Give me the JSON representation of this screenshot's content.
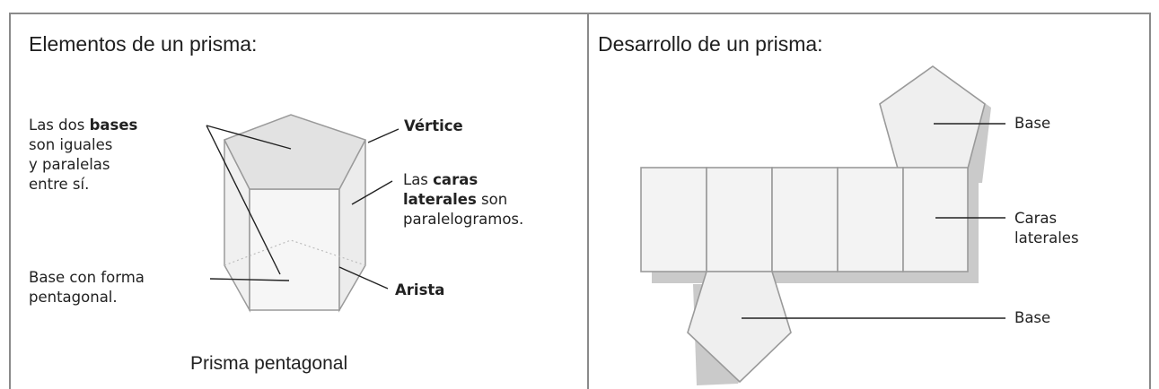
{
  "left_panel": {
    "title": "Elementos de un prisma:",
    "labels": {
      "bases_pre": "Las dos ",
      "bases_bold": "bases",
      "bases_line2": "son iguales",
      "bases_line3": "y paralelas",
      "bases_line4": "entre sí.",
      "vertice": "Vértice",
      "caras_pre": "Las ",
      "caras_bold": "caras",
      "laterales_bold": "laterales",
      "laterales_post": " son",
      "caras_line3": "paralelogramos.",
      "base_forma_line1": "Base con forma",
      "base_forma_line2": "pentagonal.",
      "arista": "Arista"
    },
    "caption": "Prisma pentagonal"
  },
  "right_panel": {
    "title": "Desarrollo de un prisma:",
    "labels": {
      "base_top": "Base",
      "caras_line1": "Caras",
      "caras_line2": "laterales",
      "base_bottom": "Base"
    }
  },
  "colors": {
    "border": "#8a8a8a",
    "face_fill": "#efefef",
    "face_top": "#e2e2e2",
    "stroke": "#9a9a9a",
    "shadow": "#c9c9c9",
    "leader": "#222222"
  }
}
